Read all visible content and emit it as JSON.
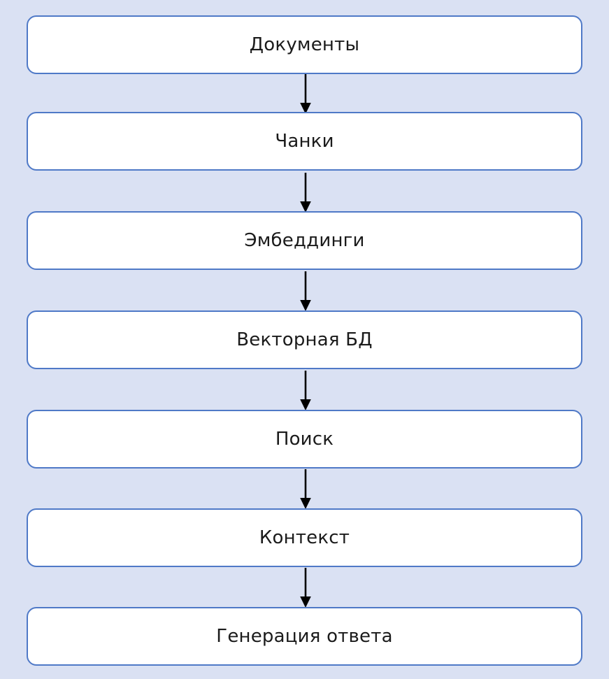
{
  "diagram": {
    "title": "RAG pipeline flowchart",
    "background_color": "#dae1f3",
    "node_fill_color": "#ffffff",
    "node_border_color": "#4f79c7",
    "arrow_color": "#000000",
    "text_color": "#1b1b1b",
    "orientation": "top-to-bottom",
    "nodes": [
      {
        "id": "documents",
        "label": "Документы"
      },
      {
        "id": "chunks",
        "label": "Чанки"
      },
      {
        "id": "embeddings",
        "label": "Эмбеддинги"
      },
      {
        "id": "vector-db",
        "label": "Векторная БД"
      },
      {
        "id": "search",
        "label": "Поиск"
      },
      {
        "id": "context",
        "label": "Контекст"
      },
      {
        "id": "answer-generation",
        "label": "Генерация ответа"
      }
    ],
    "edges": [
      {
        "from": "documents",
        "to": "chunks",
        "marker": "arrow-down"
      },
      {
        "from": "chunks",
        "to": "embeddings",
        "marker": "arrow-down"
      },
      {
        "from": "embeddings",
        "to": "vector-db",
        "marker": "arrow-down"
      },
      {
        "from": "vector-db",
        "to": "search",
        "marker": "arrow-down"
      },
      {
        "from": "search",
        "to": "context",
        "marker": "arrow-down"
      },
      {
        "from": "context",
        "to": "answer-generation",
        "marker": "arrow-down"
      }
    ]
  }
}
